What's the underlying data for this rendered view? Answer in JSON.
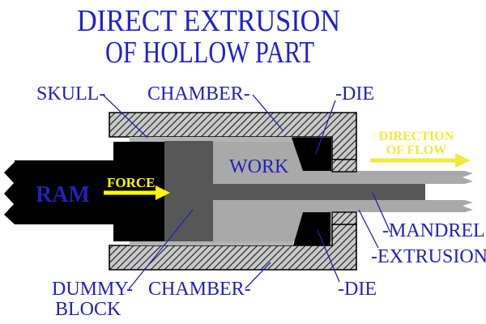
{
  "title": {
    "line1": "DIRECT EXTRUSION",
    "line2": "OF HOLLOW PART"
  },
  "labels": {
    "skull": "SKULL-",
    "chamber_top": "CHAMBER-",
    "die_top": "-DIE",
    "ram": "RAM",
    "work": "WORK",
    "dummy_block_line1": "DUMMY-",
    "dummy_block_line2": "BLOCK",
    "chamber_bottom": "CHAMBER-",
    "die_bottom": "-DIE",
    "mandrel": "-MANDREL",
    "extrusion": "-EXTRUSION"
  },
  "annotations": {
    "force": "FORCE",
    "flow_line1": "DIRECTION",
    "flow_line2": "OF FLOW"
  },
  "colors": {
    "background": "#ffffff",
    "title_blue": "#2222cc",
    "label_blue": "#2222bb",
    "leader_blue": "#2222aa",
    "force_yellow": "#ffff00",
    "flow_yellow": "#f2e93c",
    "wall_gray": "#c9c9c9",
    "hatch_line": "#1a1a1a",
    "work_gray": "#a9a9a9",
    "skull_gray": "#b3b3b3",
    "tool_dark_gray": "#575757",
    "steel_black": "#000000"
  }
}
